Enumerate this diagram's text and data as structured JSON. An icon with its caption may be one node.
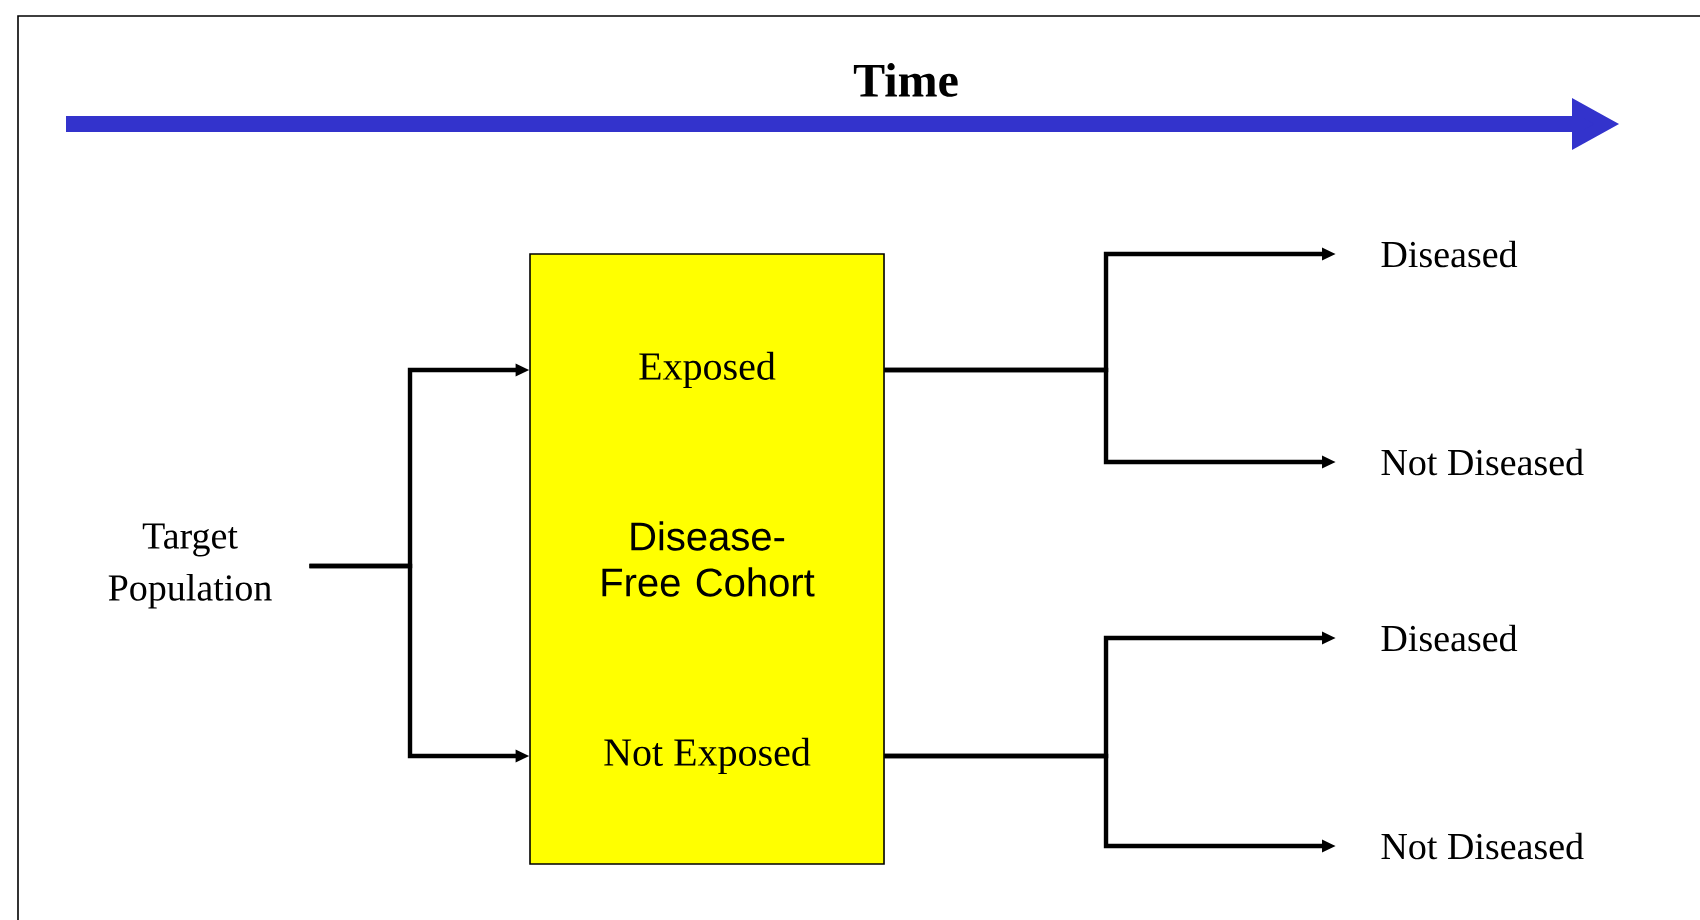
{
  "diagram": {
    "title": "Time",
    "nodes": [
      {
        "text": [
          "Target Population"
        ]
      },
      {
        "text": [
          "Disease-Free Cohort"
        ]
      },
      {
        "text": [
          "Exposed"
        ],
        "in": 1
      },
      {
        "text": [
          "Not Exposed"
        ],
        "in": 1
      },
      {
        "text": [
          "Diseased"
        ]
      },
      {
        "text": [
          "Not Diseased"
        ]
      },
      {
        "text": [
          "Diseased"
        ]
      },
      {
        "text": [
          "Not Diseased"
        ]
      }
    ],
    "edges": [
      {
        "from": 0,
        "to": 2,
        "arrow": "to"
      },
      {
        "from": 0,
        "to": 3,
        "arrow": "to"
      },
      {
        "from": 2,
        "to": 4,
        "arrow": "to"
      },
      {
        "from": 2,
        "to": 5,
        "arrow": "to"
      },
      {
        "from": 3,
        "to": 6,
        "arrow": "to"
      },
      {
        "from": 3,
        "to": 7,
        "arrow": "to"
      }
    ]
  }
}
